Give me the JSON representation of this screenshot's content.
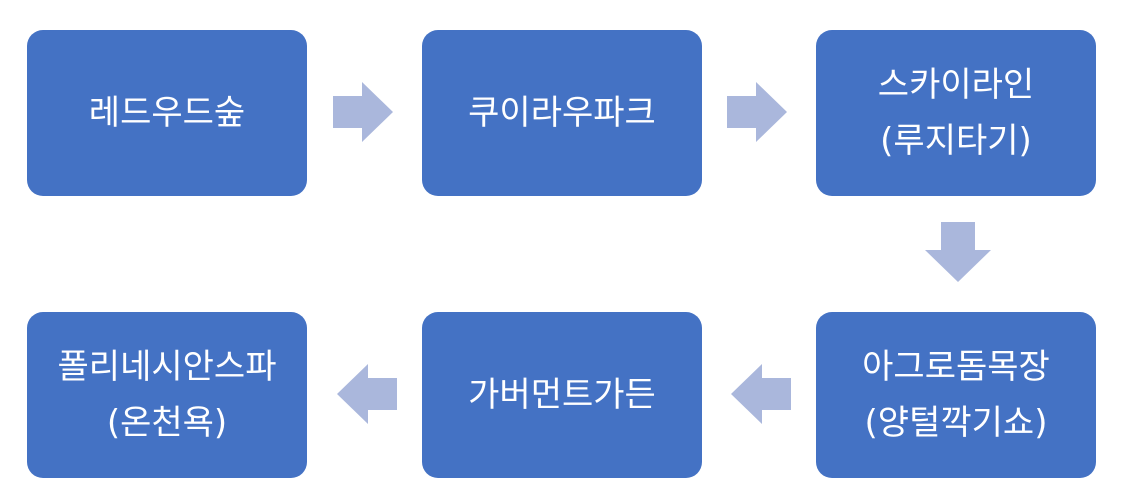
{
  "diagram": {
    "colors": {
      "box_fill": "#4472c4",
      "box_text": "#ffffff",
      "arrow_fill": "#aab7dc"
    },
    "nodes": [
      {
        "lines": [
          "레드우드숲"
        ]
      },
      {
        "lines": [
          "쿠이라우파크"
        ]
      },
      {
        "lines": [
          "스카이라인",
          "(루지타기)"
        ]
      },
      {
        "lines": [
          "아그로돔목장",
          "(양털깍기쇼)"
        ]
      },
      {
        "lines": [
          "가버먼트가든"
        ]
      },
      {
        "lines": [
          "폴리네시안스파",
          "(온천욕)"
        ]
      }
    ],
    "arrows": [
      {
        "from": 1,
        "to": 2,
        "direction": "right"
      },
      {
        "from": 2,
        "to": 3,
        "direction": "right"
      },
      {
        "from": 3,
        "to": 4,
        "direction": "down"
      },
      {
        "from": 4,
        "to": 5,
        "direction": "left"
      },
      {
        "from": 5,
        "to": 6,
        "direction": "left"
      }
    ]
  }
}
